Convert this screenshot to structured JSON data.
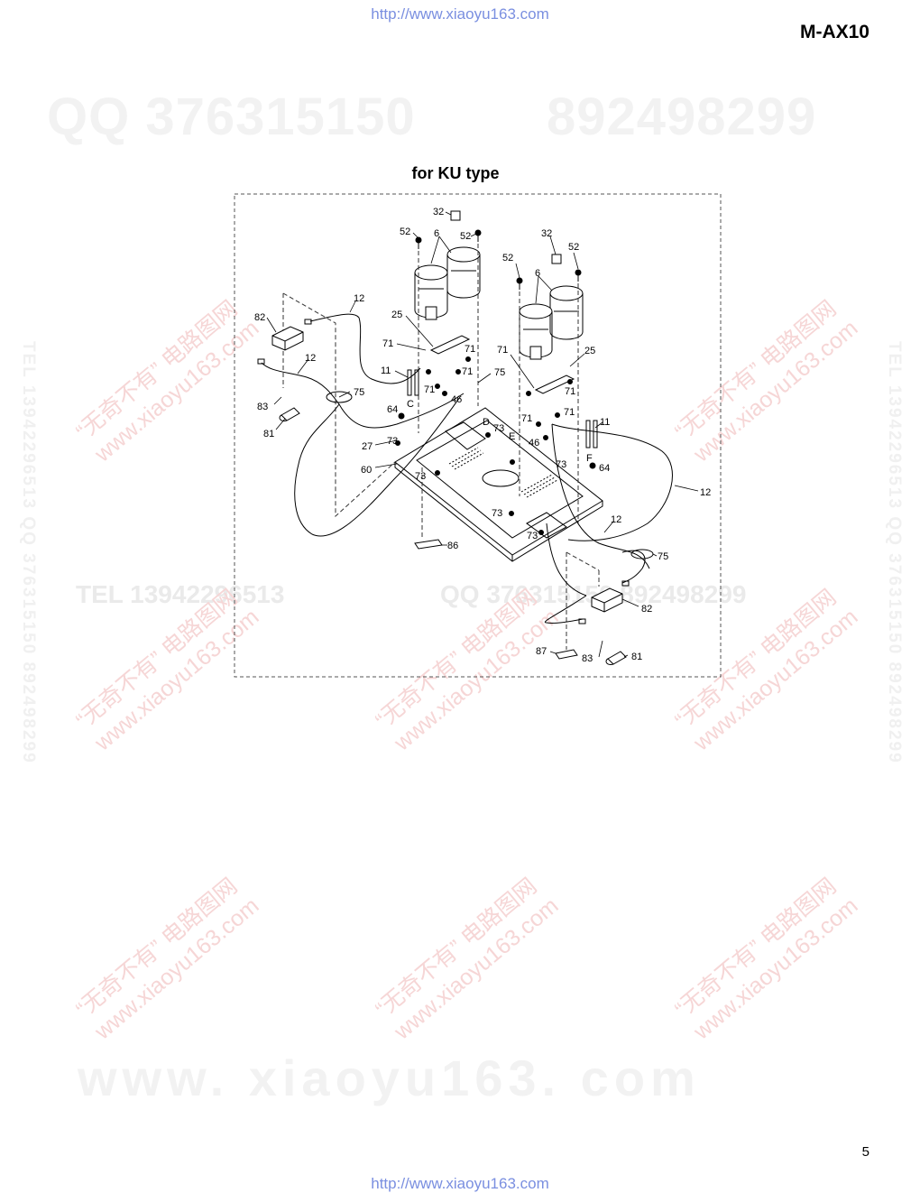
{
  "header": {
    "url": "http://www.xiaoyu163.com",
    "model": "M-AX10"
  },
  "title": "for KU type",
  "footer": {
    "page_number": "5",
    "url": "http://www.xiaoyu163.com"
  },
  "watermarks": {
    "qq": "QQ 376315150",
    "qq_second": "892498299",
    "tel": "TEL 13942296513",
    "tel_second": "QQ 376315150  892498299",
    "side": "TEL 13942296513  QQ 376315150  892498299",
    "site": "www. xiaoyu163. com",
    "diag_line1": "“无奇不有” 电路图网",
    "diag_line2": "www.xiaoyu163.com"
  },
  "callouts": {
    "c32a": "32",
    "c52a": "52",
    "c6a": "6",
    "c52b": "52",
    "c32b": "32",
    "c52c": "52",
    "c52d": "52",
    "c6b": "6",
    "c12a": "12",
    "c82a": "82",
    "c25a": "25",
    "c71a": "71",
    "c12b": "12",
    "c11a": "11",
    "c71b": "71",
    "c71c": "71",
    "c75a": "75",
    "c83a": "83",
    "c46a": "46",
    "cC": "C",
    "c64a": "64",
    "c81a": "81",
    "c75b": "75",
    "c71d": "71",
    "c25b": "25",
    "c71e": "71",
    "c71f": "71",
    "c71g": "71",
    "cD": "D",
    "c73a": "73",
    "cE": "E",
    "c46b": "46",
    "c11b": "11",
    "c27": "27",
    "c73b": "73",
    "c60": "60",
    "c73c": "73",
    "cF": "F",
    "c64b": "64",
    "c73d": "73",
    "c12c": "12",
    "c73e": "73",
    "c73f": "73",
    "c12d": "12",
    "c86": "86",
    "c75c": "75",
    "c82b": "82",
    "c87": "87",
    "c83b": "83",
    "c81b": "81"
  }
}
